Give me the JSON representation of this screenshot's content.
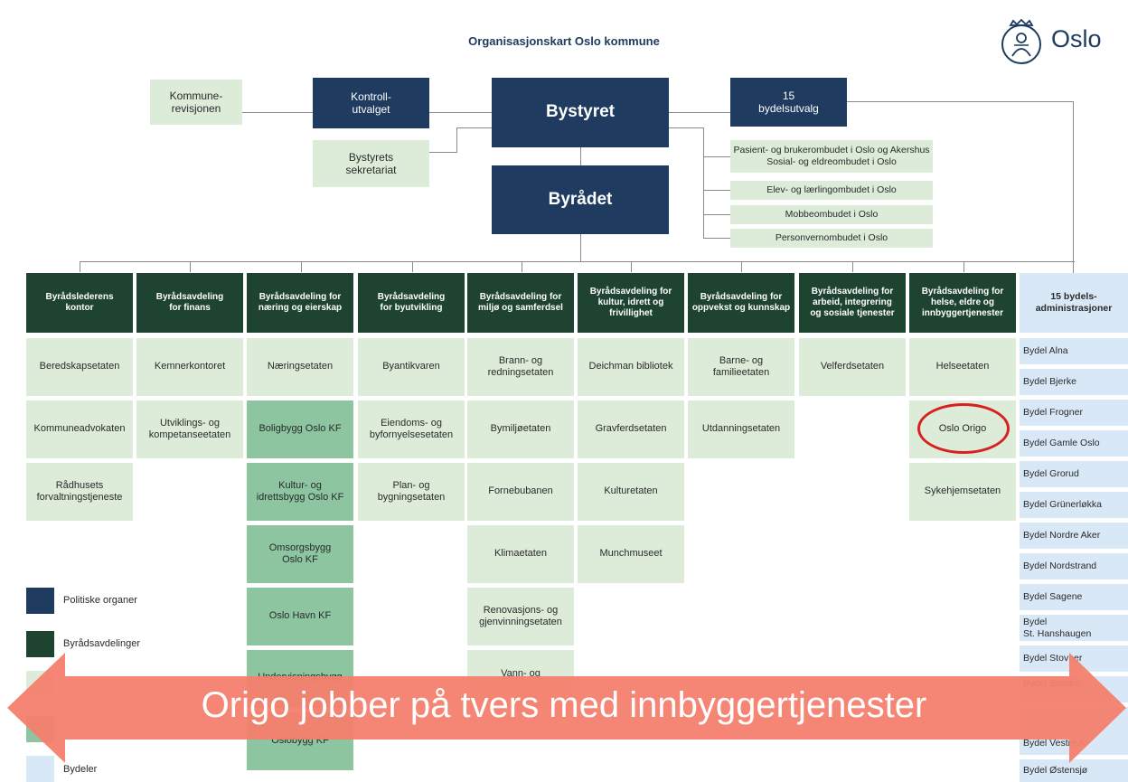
{
  "title": "Organisasjonskart Oslo kommune",
  "logo": {
    "text": "Oslo",
    "icon": "oslo-seal-icon"
  },
  "top": {
    "revisjon": "Kommune-\nrevisjonen",
    "kontroll": "Kontroll-\nutvalget",
    "bystyret": "Bystyret",
    "bydelsutvalg": "15\nbydelsutvalg",
    "sekretariat": "Bystyrets\nsekretariat",
    "byradet": "Byrådet"
  },
  "ombud": [
    "Pasient- og brukerombudet i Oslo og Akershus\nSosial- og eldreombudet i Oslo",
    "Elev- og lærlingombudet i Oslo",
    "Mobbeombudet i Oslo",
    "Personvernombudet i Oslo"
  ],
  "departments": [
    {
      "name": "Byrådslederens\nkontor",
      "units": [
        "Beredskapsetaten",
        "Kommuneadvokaten",
        "Rådhusets\nforvaltningstjeneste"
      ]
    },
    {
      "name": "Byrådsavdeling\nfor finans",
      "units": [
        "Kemnerkontoret",
        "Utviklings- og\nkompetanseetaten"
      ]
    },
    {
      "name": "Byrådsavdeling for\nnæring og eierskap",
      "units": [
        "Næringsetaten",
        "Boligbygg Oslo KF",
        "Kultur- og\nidrettsbygg Oslo KF",
        "Omsorgsbygg\nOslo KF",
        "Oslo Havn KF",
        "Undervisningsbygg",
        "",
        "Oslobygg KF"
      ]
    },
    {
      "name": "Byrådsavdeling\nfor byutvikling",
      "units": [
        "Byantikvaren",
        "Eiendoms- og\nbyfornyelsesetaten",
        "Plan- og\nbygningsetaten"
      ]
    },
    {
      "name": "Byrådsavdeling for\nmiljø og samferdsel",
      "units": [
        "Brann- og\nredningsetaten",
        "Bymiljøetaten",
        "Fornebubanen",
        "Klimaetaten",
        "Renovasjons- og\ngjenvinningsetaten",
        "Vann- og"
      ]
    },
    {
      "name": "Byrådsavdeling for\nkultur, idrett og\nfrivillighet",
      "units": [
        "Deichman bibliotek",
        "Gravferdsetaten",
        "Kulturetaten",
        "Munchmuseet"
      ]
    },
    {
      "name": "Byrådsavdeling for\noppvekst og kunnskap",
      "units": [
        "Barne- og\nfamilieetaten",
        "Utdanningsetaten"
      ]
    },
    {
      "name": "Byrådsavdeling for\narbeid, integrering\nog sosiale tjenester",
      "units": [
        "Velferdsetaten"
      ]
    },
    {
      "name": "Byrådsavdeling for\nhelse, eldre og\ninnbyggertjenester",
      "units": [
        "Helseetaten",
        "Oslo Origo",
        "Sykehjemsetaten"
      ]
    }
  ],
  "bydeler_header": "15 bydels-\nadministrasjoner",
  "bydeler": [
    "Bydel Alna",
    "Bydel Bjerke",
    "Bydel Frogner",
    "Bydel Gamle Oslo",
    "Bydel Grorud",
    "Bydel Grünerløkka",
    "Bydel Nordre Aker",
    "Bydel Nordstrand",
    "Bydel Sagene",
    "Bydel\nSt. Hanshaugen",
    "Bydel Stovner",
    "Bydel Søndre",
    "",
    "",
    "Bydel Vestre A",
    "Bydel Østensjø"
  ],
  "legend": [
    "Politiske organer",
    "Byrådsavdelinger",
    "",
    "",
    "Bydeler"
  ],
  "banner": "Origo jobber på tvers med innbyggertjenester",
  "colors": {
    "politisk": "#1f3b60",
    "byradsavdeling": "#1e4431",
    "etat": "#dcecd9",
    "kf": "#8cc5a0",
    "bydel": "#d8e8f7",
    "arrow": "#f47f6e",
    "highlight": "#d92020"
  }
}
